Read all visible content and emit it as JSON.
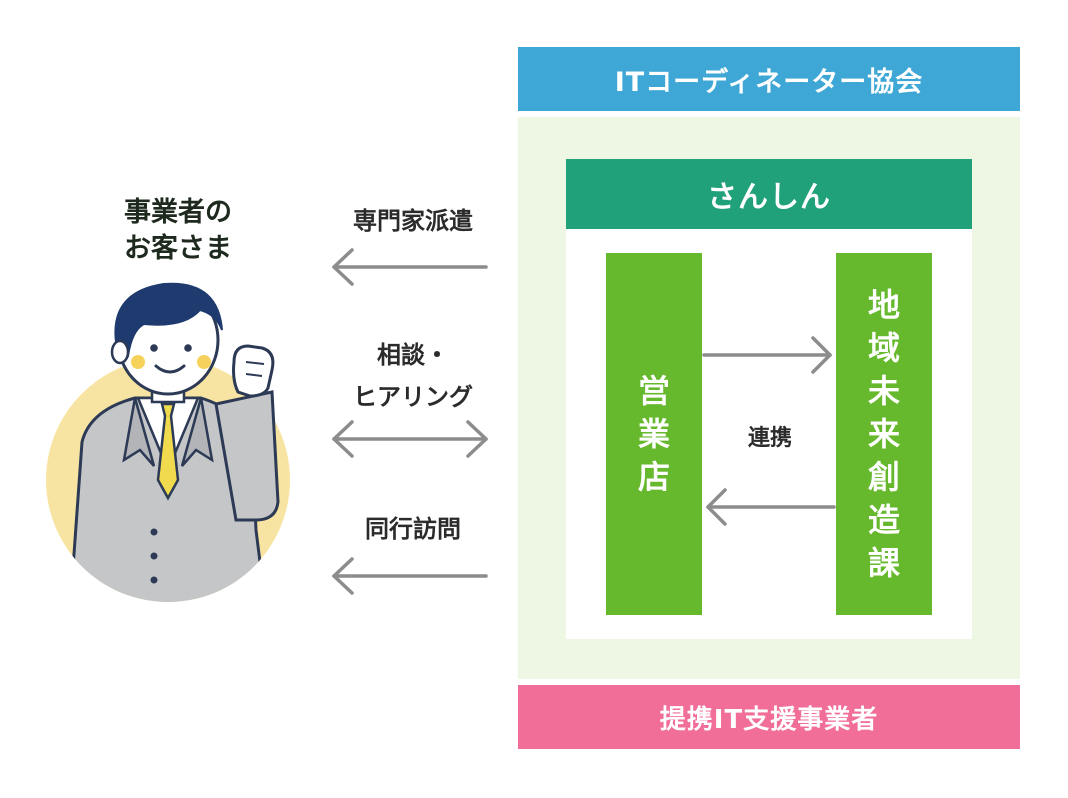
{
  "organizations": {
    "coordinator_association": "ITコーディネーター協会",
    "bank": "さんしん",
    "partner_vendors": "提携IT支援事業者"
  },
  "bank_units": {
    "branch": [
      "営",
      "業",
      "店"
    ],
    "regional_future_dept": [
      "地",
      "域",
      "未",
      "来",
      "創",
      "造",
      "課"
    ],
    "collaboration_label": "連携"
  },
  "customer": {
    "title_line1": "事業者の",
    "title_line2": "お客さま"
  },
  "services": {
    "expert_dispatch": "専門家派遣",
    "consult_line1": "相談・",
    "consult_line2": "ヒアリング",
    "accompanied_visit": "同行訪問"
  },
  "colors": {
    "association_blue": "#3fa7d6",
    "bank_green": "#21a17a",
    "unit_green": "#66b82c",
    "panel_green": "#eef6e4",
    "vendor_pink": "#f06e98",
    "arrow_gray": "#8c8c8c"
  }
}
